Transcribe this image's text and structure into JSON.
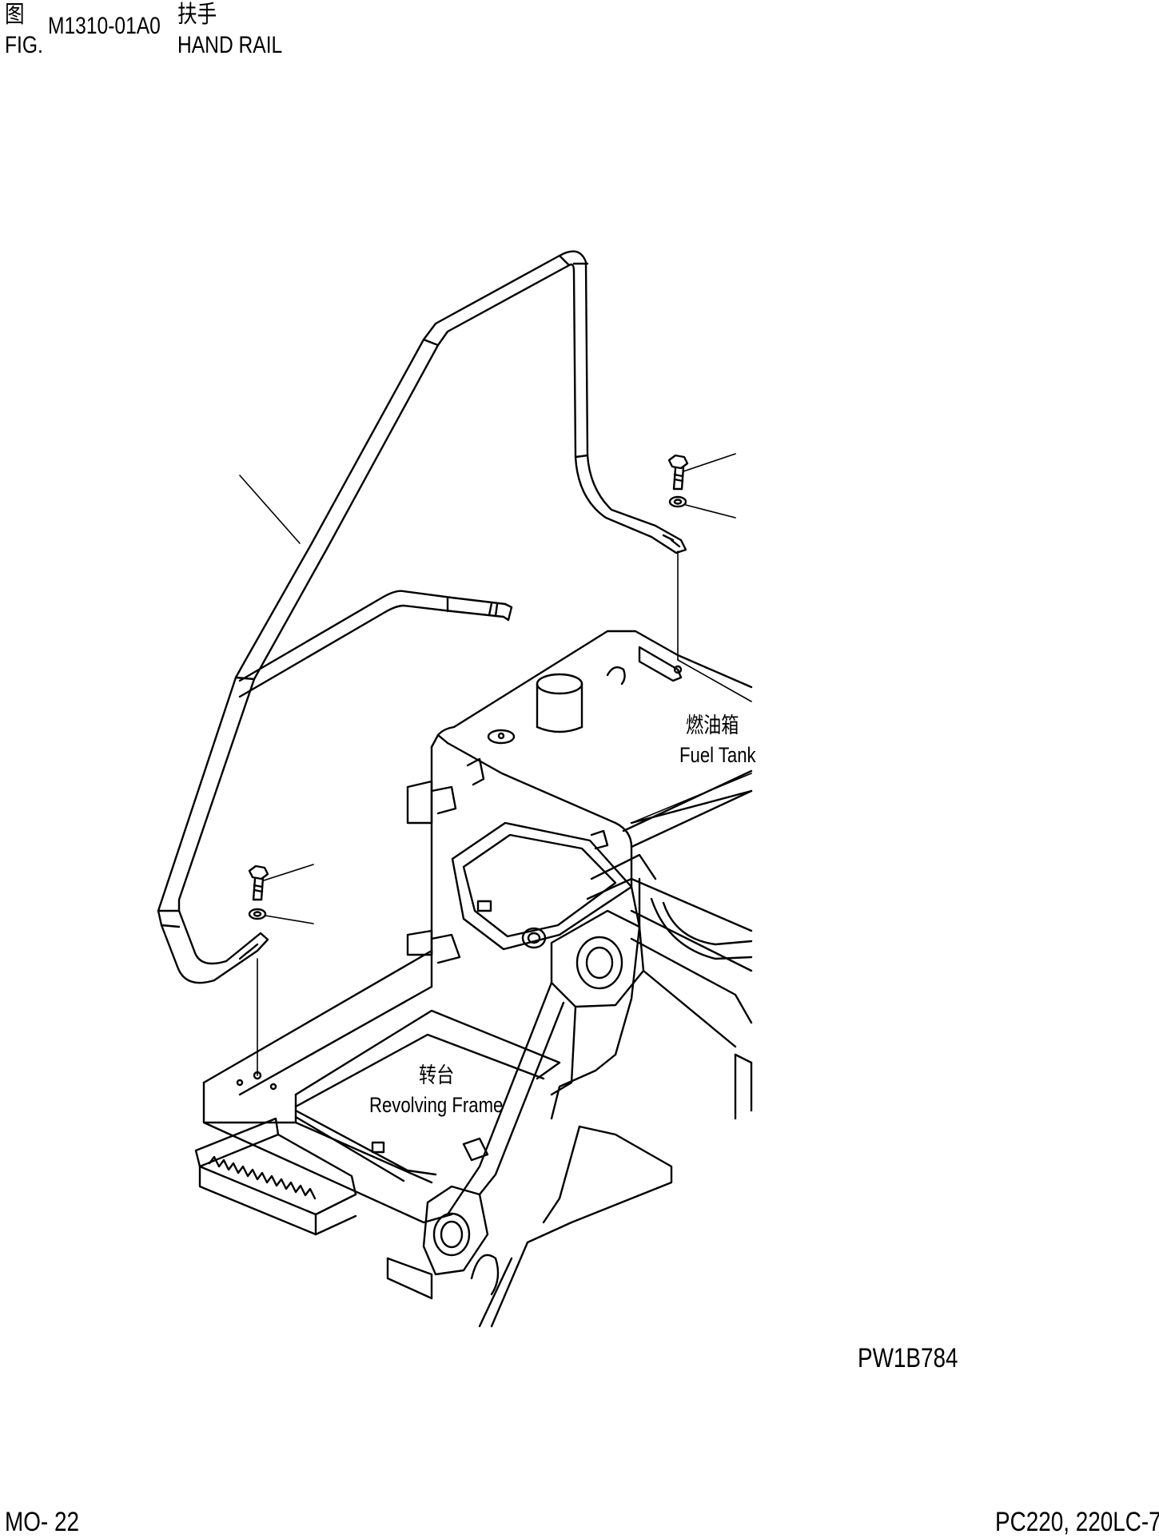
{
  "header": {
    "fig_cn": "图",
    "fig_en": "FIG.",
    "fig_number": "M1310-01A0",
    "title_cn": "扶手",
    "title_en": "HAND RAIL"
  },
  "labels": {
    "fuel_tank_cn": "燃油箱",
    "fuel_tank_en": "Fuel Tank",
    "revolving_frame_cn": "转台",
    "revolving_frame_en": "Revolving Frame"
  },
  "illustration_code": "PW1B784",
  "footer": {
    "page": "MO- 22",
    "model": "PC220, 220LC-7"
  }
}
